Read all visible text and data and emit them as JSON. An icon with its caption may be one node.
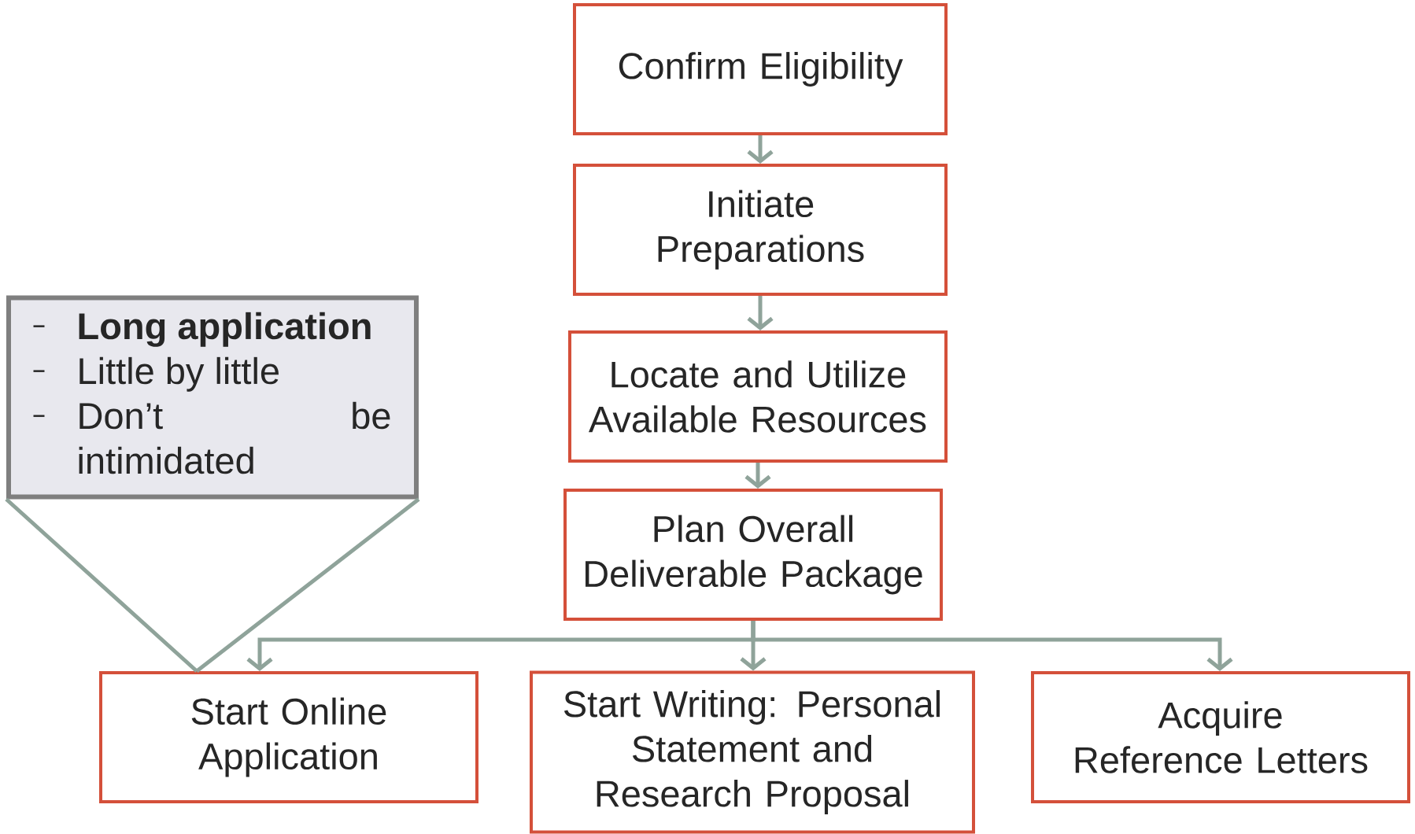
{
  "diagram": {
    "nodes": [
      {
        "text": [
          "Confirm Eligibility"
        ]
      },
      {
        "text": [
          "Initiate Preparations"
        ]
      },
      {
        "text": [
          "Locate and Utilize Available Resources"
        ]
      },
      {
        "text": [
          "Plan Overall Deliverable Package"
        ]
      },
      {
        "text": [
          "Long application",
          "Little by little",
          "Don’t be intimidated"
        ]
      },
      {
        "text": [
          "Start Online Application"
        ]
      },
      {
        "text": [
          "Start Writing: Personal Statement and Research Proposal"
        ]
      },
      {
        "text": [
          "Acquire Reference Letters"
        ]
      }
    ],
    "edges": [
      {
        "from": 0,
        "to": 1,
        "arrow": "to"
      },
      {
        "from": 1,
        "to": 2,
        "arrow": "to"
      },
      {
        "from": 2,
        "to": 3,
        "arrow": "to"
      },
      {
        "from": 3,
        "to": 5,
        "arrow": "to"
      },
      {
        "from": 3,
        "to": 6,
        "arrow": "to"
      },
      {
        "from": 3,
        "to": 7,
        "arrow": "to"
      },
      {
        "from": 4,
        "to": 5,
        "arrow": "none"
      }
    ]
  }
}
